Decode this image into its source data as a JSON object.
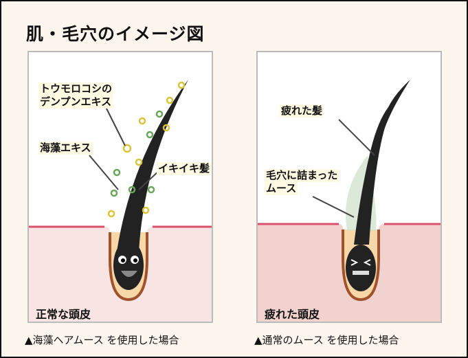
{
  "title": "肌・毛穴のイメージ図",
  "left_panel": {
    "labels": [
      "トウモロコシの",
      "デンプンエキス",
      "海藻エキス",
      "イキイキ髪"
    ],
    "skin_label": "正常な頭皮",
    "caption": "▲海藻ヘアムース を使用した場合"
  },
  "right_panel": {
    "labels": [
      "疲れた髪",
      "毛穴に詰まった",
      "ムース"
    ],
    "skin_label": "疲れた頭皮",
    "caption": "▲通常のムース を使用した場合"
  },
  "colors": {
    "background": "#fdf6ef",
    "skin": "#f5cfc4",
    "skin_line": "#d9506a",
    "hair": "#222222",
    "follicle": "#f7d7a8"
  }
}
